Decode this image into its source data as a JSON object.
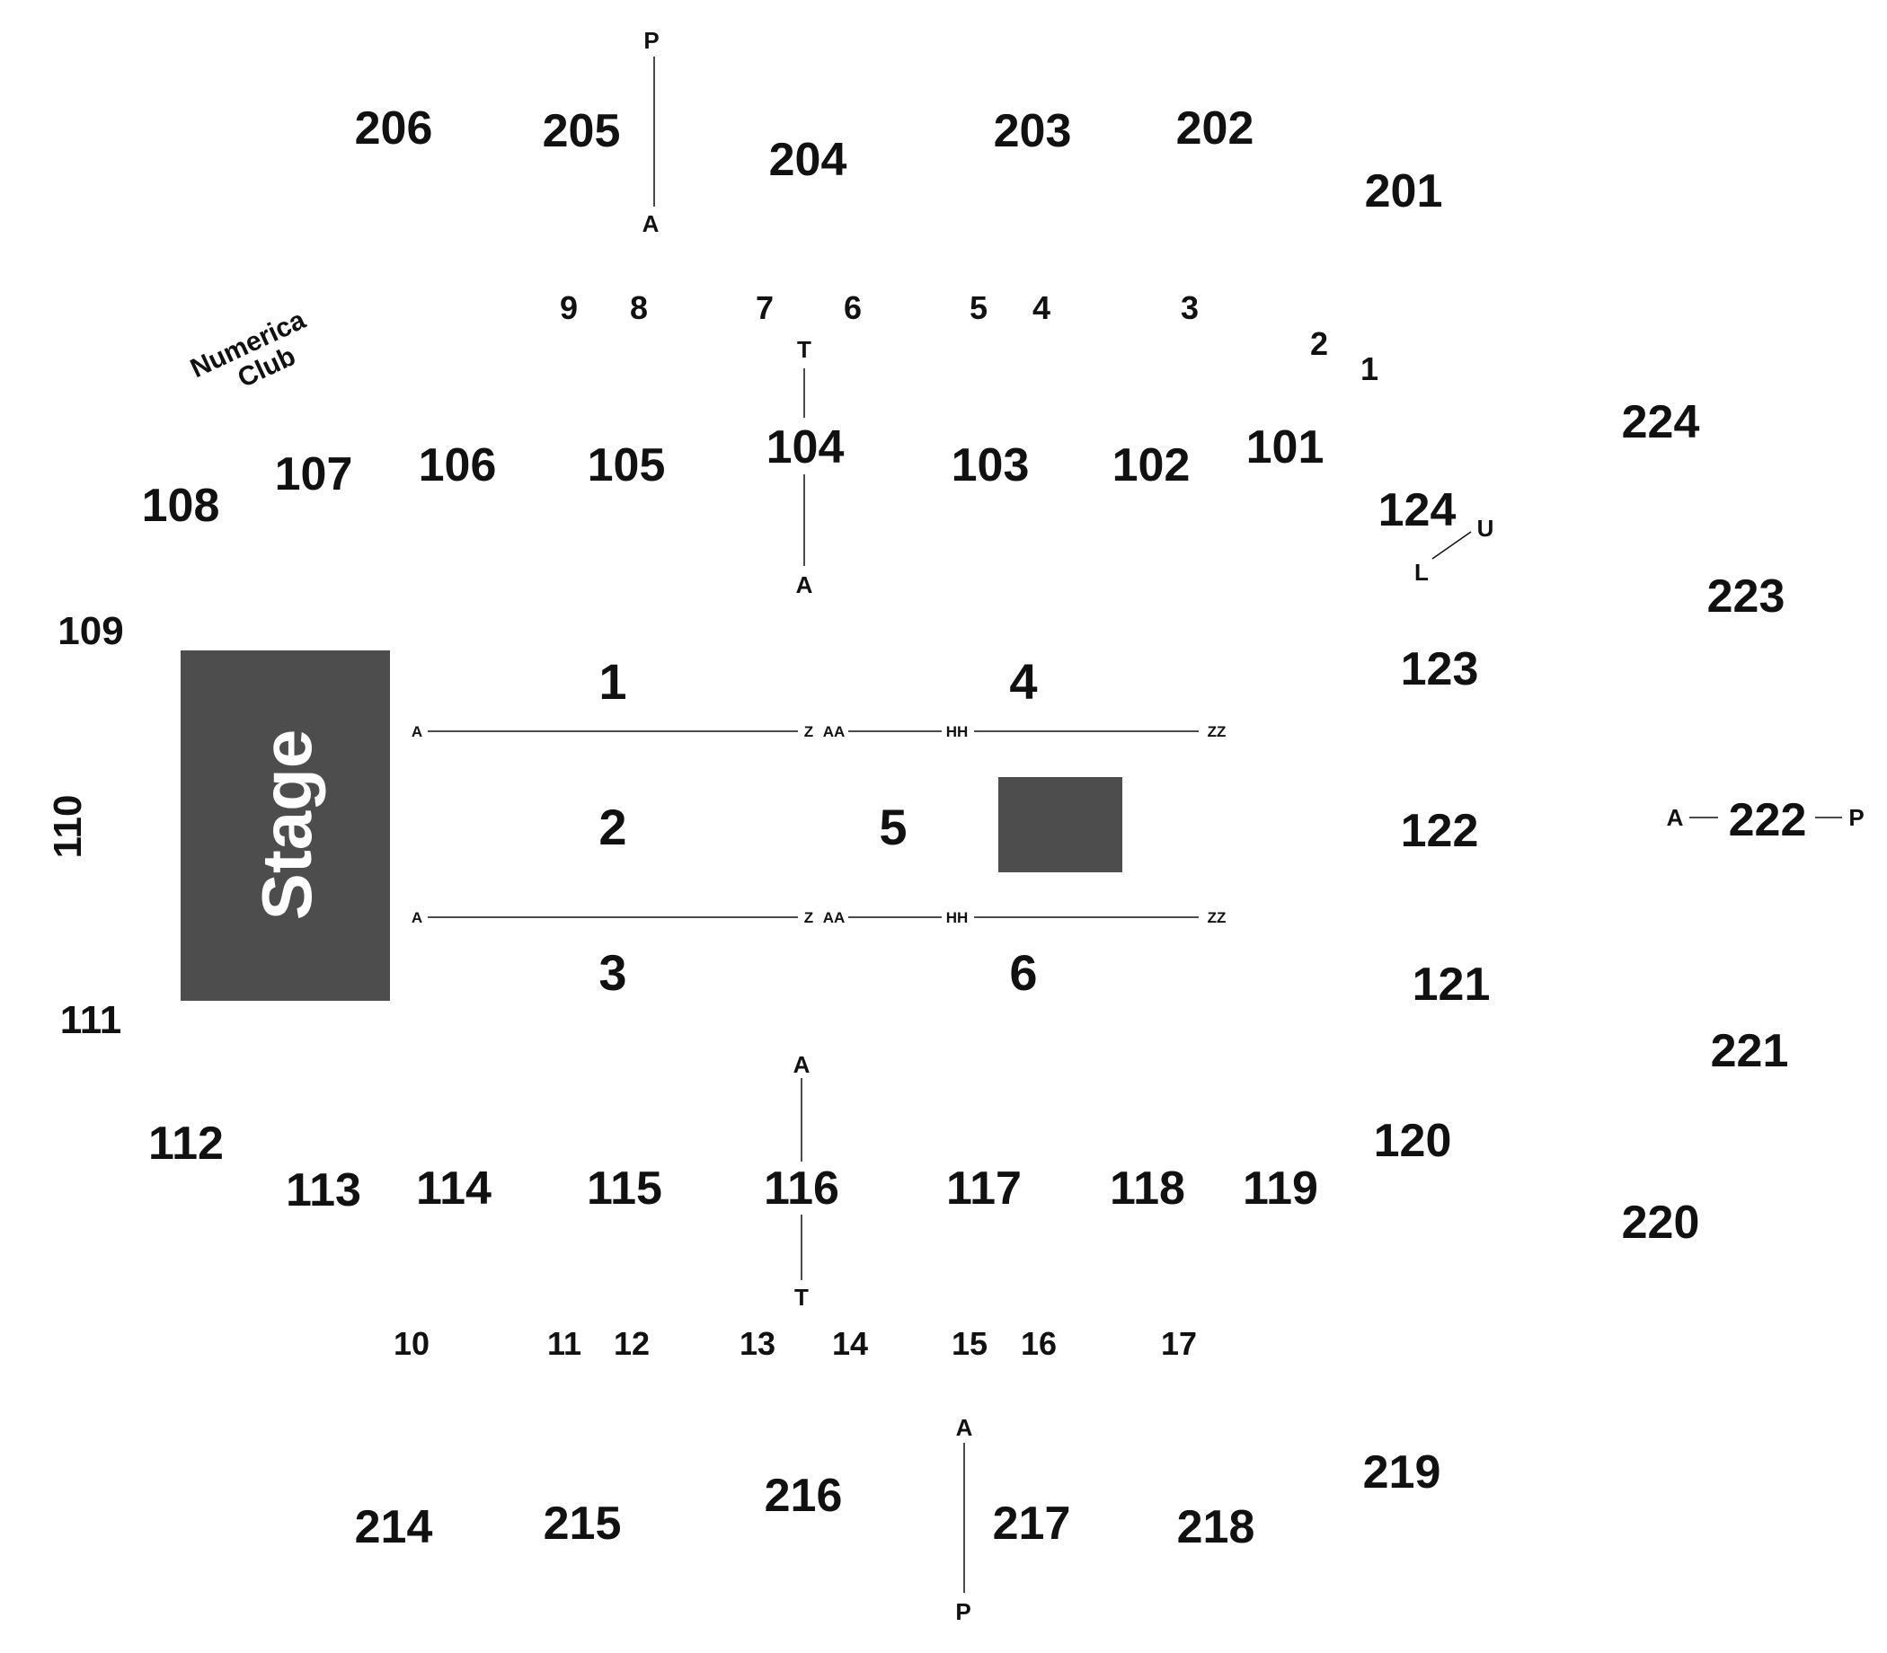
{
  "colors": {
    "block": "#4d4d4d",
    "text": "#111111",
    "stage_text": "#ffffff"
  },
  "stage": {
    "label": "Stage"
  },
  "club": {
    "line1": "Numerica",
    "line2": "Club"
  },
  "sections_200": {
    "s206": "206",
    "s205": "205",
    "s204": "204",
    "s203": "203",
    "s202": "202",
    "s201": "201",
    "s224": "224",
    "s223": "223",
    "s222": "222",
    "s221": "221",
    "s220": "220",
    "s219": "219",
    "s218": "218",
    "s217": "217",
    "s216": "216",
    "s215": "215",
    "s214": "214"
  },
  "sections_100": {
    "s101": "101",
    "s102": "102",
    "s103": "103",
    "s104": "104",
    "s105": "105",
    "s106": "106",
    "s107": "107",
    "s108": "108",
    "s109": "109",
    "s110": "110",
    "s111": "111",
    "s112": "112",
    "s113": "113",
    "s114": "114",
    "s115": "115",
    "s116": "116",
    "s117": "117",
    "s118": "118",
    "s119": "119",
    "s120": "120",
    "s121": "121",
    "s122": "122",
    "s123": "123",
    "s124": "124"
  },
  "floor": {
    "f1": "1",
    "f2": "2",
    "f3": "3",
    "f4": "4",
    "f5": "5",
    "f6": "6"
  },
  "vomitories": {
    "v1": "1",
    "v2": "2",
    "v3": "3",
    "v4": "4",
    "v5": "5",
    "v6": "6",
    "v7": "7",
    "v8": "8",
    "v9": "9",
    "v10": "10",
    "v11": "11",
    "v12": "12",
    "v13": "13",
    "v14": "14",
    "v15": "15",
    "v16": "16",
    "v17": "17"
  },
  "rows": {
    "s205_top": "P",
    "s205_bottom": "A",
    "s104_top": "T",
    "s104_bottom": "A",
    "s116_top": "A",
    "s116_bottom": "T",
    "s217_top": "A",
    "s217_bottom": "P",
    "s222_left": "A",
    "s222_right": "P",
    "s124_upper": "U",
    "s124_lower": "L",
    "floor_a1": "A",
    "floor_z1": "Z",
    "floor_aa1": "AA",
    "floor_hh1": "HH",
    "floor_zz1": "ZZ",
    "floor_a2": "A",
    "floor_z2": "Z",
    "floor_aa2": "AA",
    "floor_hh2": "HH",
    "floor_zz2": "ZZ"
  }
}
